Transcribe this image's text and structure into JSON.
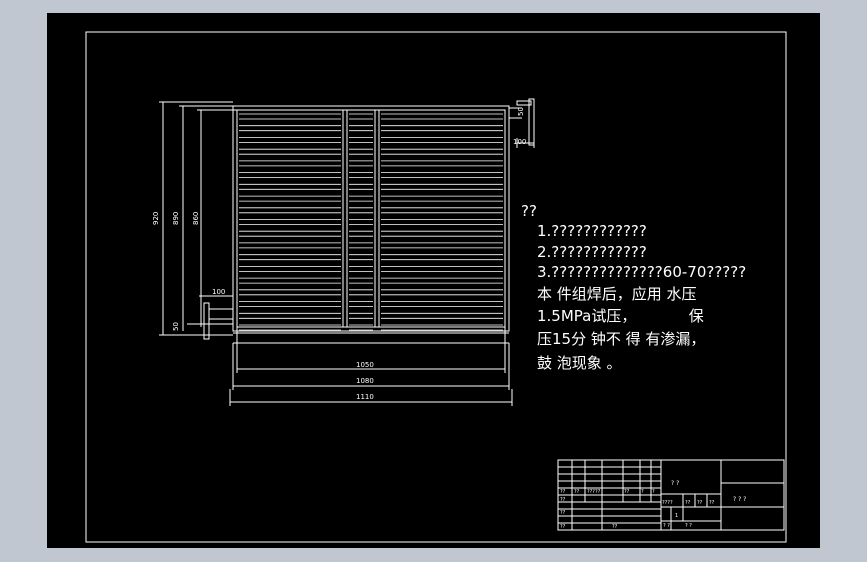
{
  "drawing": {
    "dimensions": {
      "width_inner": "1050",
      "width_mid": "1080",
      "width_outer": "1110",
      "height_outer": "920",
      "height_mid": "890",
      "height_inner": "860",
      "pipe_width_top": "100",
      "pipe_height_top": "50",
      "pipe_width_bottom": "100",
      "pipe_height_bottom": "50"
    },
    "notes": {
      "heading": "??",
      "line1": "1.????????????",
      "line2": "2.????????????",
      "line3": "3.??????????????60-70?????",
      "line4": "本 件组焊后，应用 水压",
      "line5": "1.5MPa试压，           保",
      "line6": "压15分 钟不 得 有渗漏，",
      "line7": "鼓 泡现象 。"
    },
    "title_block": {
      "cell_title": "? ?",
      "cell_right": "? ? ?",
      "r1": [
        "??",
        "??",
        "?????",
        "??",
        "?",
        "?"
      ],
      "r2": [
        "??"
      ],
      "r3": [
        "??"
      ],
      "r4": [
        "??",
        "??"
      ],
      "mid": [
        "????",
        "??",
        "??",
        "??"
      ],
      "mid2": [
        "1"
      ],
      "bottom": [
        "? ?",
        "? ?"
      ]
    }
  }
}
